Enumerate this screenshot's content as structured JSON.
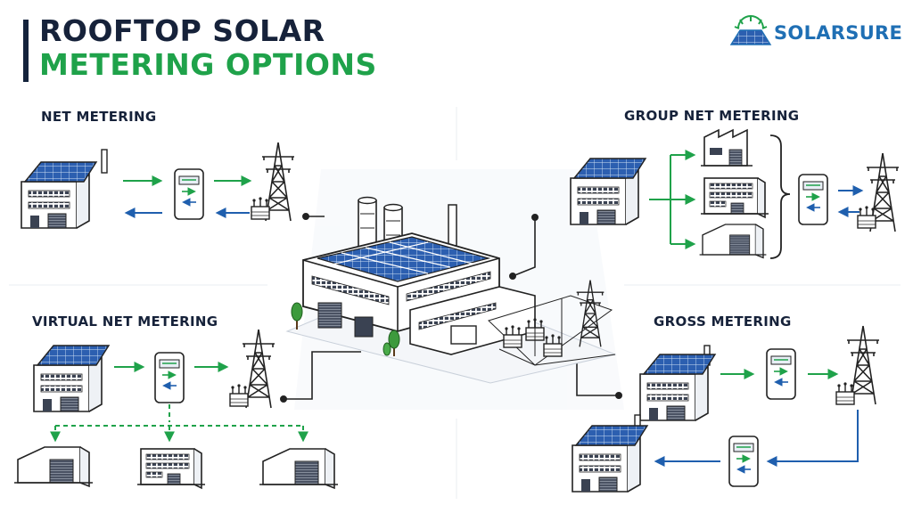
{
  "title": {
    "line1": "ROOFTOP SOLAR",
    "line2": "METERING OPTIONS"
  },
  "brand": {
    "name": "SOLARSURE",
    "icon": "solar-panel-sun-icon"
  },
  "sections": {
    "net_metering": {
      "label": "NET METERING"
    },
    "group_net_metering": {
      "label": "GROUP NET METERING"
    },
    "virtual_net_metering": {
      "label": "VIRTUAL NET METERING"
    },
    "gross_metering": {
      "label": "GROSS METERING"
    }
  },
  "colors": {
    "navy": "#16223a",
    "green": "#1fa24a",
    "blue": "#1f5fae",
    "brand_blue": "#1f6fb4",
    "panel_blue": "#2c5fb0",
    "connector": "#222222"
  },
  "icons": [
    "factory-icon",
    "solar-building-icon",
    "meter-icon",
    "transmission-tower-icon",
    "transformer-icon",
    "warehouse-icon",
    "tree-icon"
  ]
}
